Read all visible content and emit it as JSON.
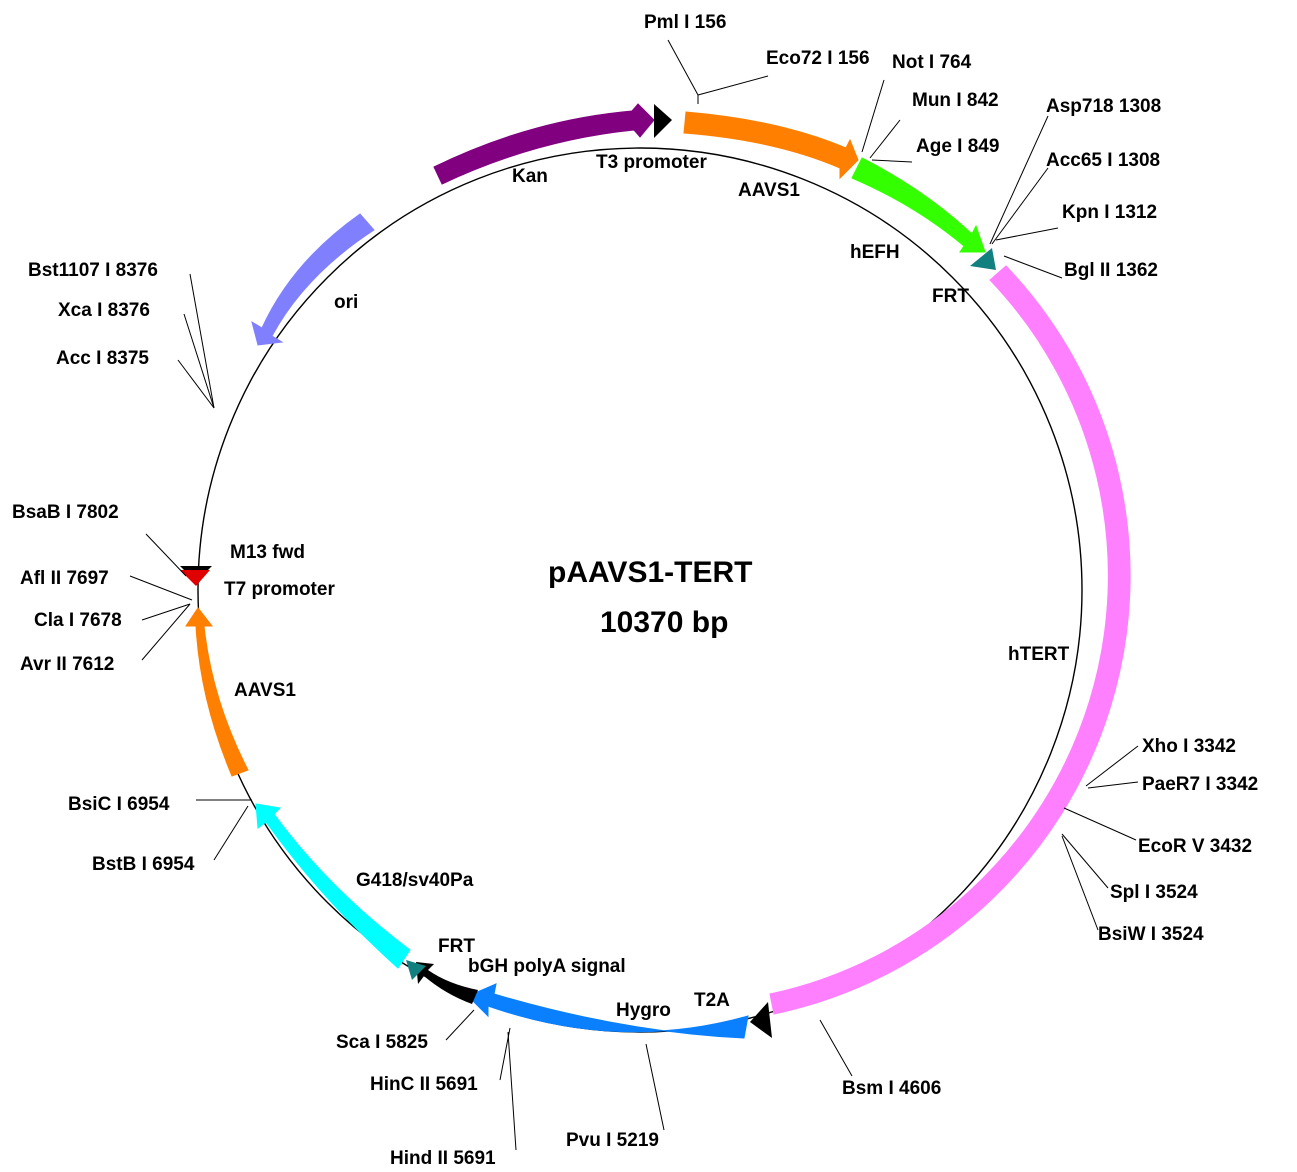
{
  "plasmid": {
    "name": "pAAVS1-TERT",
    "size": "10370 bp"
  },
  "features": [
    {
      "id": "kan",
      "label": "Kan",
      "color": "#800080"
    },
    {
      "id": "t3",
      "label": "T3 promoter",
      "color": "#000000"
    },
    {
      "id": "aavs1-top",
      "label": "AAVS1",
      "color": "#ff8000"
    },
    {
      "id": "hefh",
      "label": "hEFH",
      "color": "#33ff00"
    },
    {
      "id": "frt-top",
      "label": "FRT",
      "color": "#138080"
    },
    {
      "id": "htert",
      "label": "hTERT",
      "color": "#ff80ff"
    },
    {
      "id": "t2a",
      "label": "T2A",
      "color": "#000000"
    },
    {
      "id": "hygro",
      "label": "Hygro",
      "color": "#0a80ff"
    },
    {
      "id": "bgh",
      "label": "bGH polyA signal",
      "color": "#000000"
    },
    {
      "id": "frt-bottom",
      "label": "FRT",
      "color": "#138080"
    },
    {
      "id": "g418",
      "label": "G418/sv40Pa",
      "color": "#00ffff"
    },
    {
      "id": "aavs1-left",
      "label": "AAVS1",
      "color": "#ff8000"
    },
    {
      "id": "t7",
      "label": "T7 promoter",
      "color": "#000000"
    },
    {
      "id": "m13",
      "label": "M13 fwd",
      "color": "#e00000"
    },
    {
      "id": "ori",
      "label": "ori",
      "color": "#8080ff"
    }
  ],
  "sites": [
    {
      "id": "pml",
      "label": "Pml I 156"
    },
    {
      "id": "eco72",
      "label": "Eco72 I 156"
    },
    {
      "id": "not",
      "label": "Not I 764"
    },
    {
      "id": "mun",
      "label": "Mun I 842"
    },
    {
      "id": "age",
      "label": "Age I 849"
    },
    {
      "id": "asp718",
      "label": "Asp718 1308"
    },
    {
      "id": "acc65",
      "label": "Acc65 I 1308"
    },
    {
      "id": "kpn",
      "label": "Kpn I 1312"
    },
    {
      "id": "bgl",
      "label": "Bgl II 1362"
    },
    {
      "id": "xho",
      "label": "Xho I 3342"
    },
    {
      "id": "paer7",
      "label": "PaeR7 I 3342"
    },
    {
      "id": "ecorv",
      "label": "EcoR V 3432"
    },
    {
      "id": "spl",
      "label": "Spl I 3524"
    },
    {
      "id": "bsiw",
      "label": "BsiW I 3524"
    },
    {
      "id": "bsm",
      "label": "Bsm I 4606"
    },
    {
      "id": "pvu",
      "label": "Pvu I 5219"
    },
    {
      "id": "hind",
      "label": "Hind II 5691"
    },
    {
      "id": "hinc",
      "label": "HinC II 5691"
    },
    {
      "id": "sca",
      "label": "Sca I 5825"
    },
    {
      "id": "bstb",
      "label": "BstB I 6954"
    },
    {
      "id": "bsic",
      "label": "BsiC I 6954"
    },
    {
      "id": "avr",
      "label": "Avr II 7612"
    },
    {
      "id": "cla",
      "label": "Cla I 7678"
    },
    {
      "id": "afl",
      "label": "Afl II 7697"
    },
    {
      "id": "bsab",
      "label": "BsaB I 7802"
    },
    {
      "id": "acc",
      "label": "Acc I 8375"
    },
    {
      "id": "xca",
      "label": "Xca I 8376"
    },
    {
      "id": "bst1107",
      "label": "Bst1107 I 8376"
    }
  ]
}
